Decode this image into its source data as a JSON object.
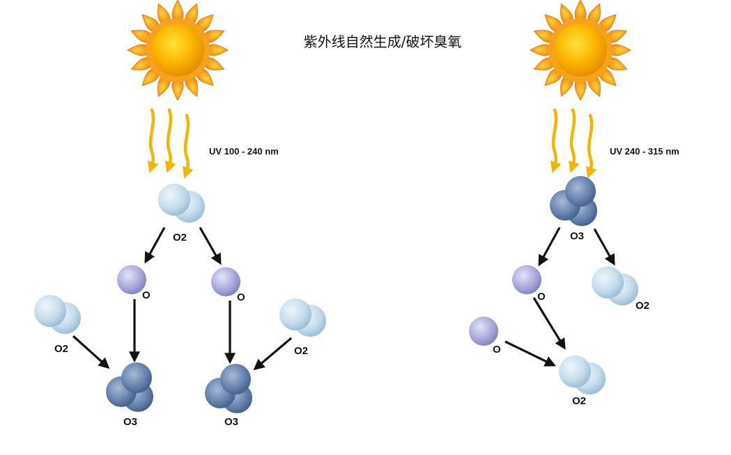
{
  "title": "紫外线自然生成/破坏臭氧",
  "left_panel": {
    "uv_label": "UV 100 - 240 nm",
    "o2_top_label": "O2",
    "o_left_label": "O",
    "o_right_label": "O",
    "o2_left_label": "O2",
    "o2_right_label": "O2",
    "o3_left_label": "O3",
    "o3_right_label": "O3"
  },
  "right_panel": {
    "uv_label": "UV 240 - 315 nm",
    "o3_top_label": "O3",
    "o2_right_label": "O2",
    "o_free_label": "O",
    "o2_bottom_label": "O2"
  },
  "colors": {
    "sun_core": "#f7a800",
    "sun_rays": "#f28c1c",
    "uv_waves": "#f5b400",
    "o2_atom": "#bcd6e8",
    "o_atom": "#a7a8d8",
    "o3_atom": "#5b7aa8",
    "arrow": "#111111"
  }
}
